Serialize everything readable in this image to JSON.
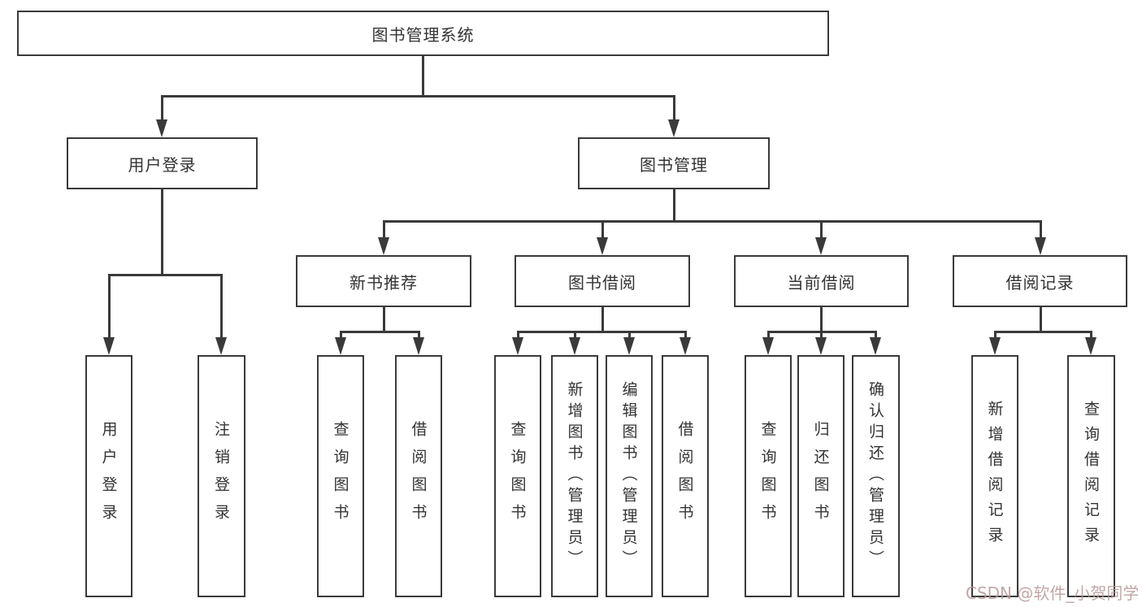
{
  "page": {
    "background_color": "#ffffff",
    "line_color": "#3a3a3a",
    "text_color": "#333333",
    "watermark_color": "#b69898"
  },
  "nodes": {
    "root": "图书管理系统",
    "user_login": "用户登录",
    "book_management": "图书管理",
    "new_book_recommend": "新书推荐",
    "book_borrow": "图书借阅",
    "current_borrow": "当前借阅",
    "borrow_record": "借阅记录",
    "leaf_user_login": "用户登录",
    "leaf_logout": "注销登录",
    "leaf_nb_query_book": "查询图书",
    "leaf_nb_borrow_book": "借阅图书",
    "leaf_bb_query_book": "查询图书",
    "leaf_bb_add_book": "新增图书（管理员）",
    "leaf_bb_edit_book": "编辑图书（管理员）",
    "leaf_bb_borrow_book": "借阅图书",
    "leaf_cb_query_book": "查询图书",
    "leaf_cb_return_book": "归还图书",
    "leaf_cb_confirm_return": "确认归还（管理员）",
    "leaf_br_add_record": "新增借阅记录",
    "leaf_br_query_record": "查询借阅记录"
  },
  "watermark": {
    "text": "CSDN @软件_小贺同学"
  }
}
